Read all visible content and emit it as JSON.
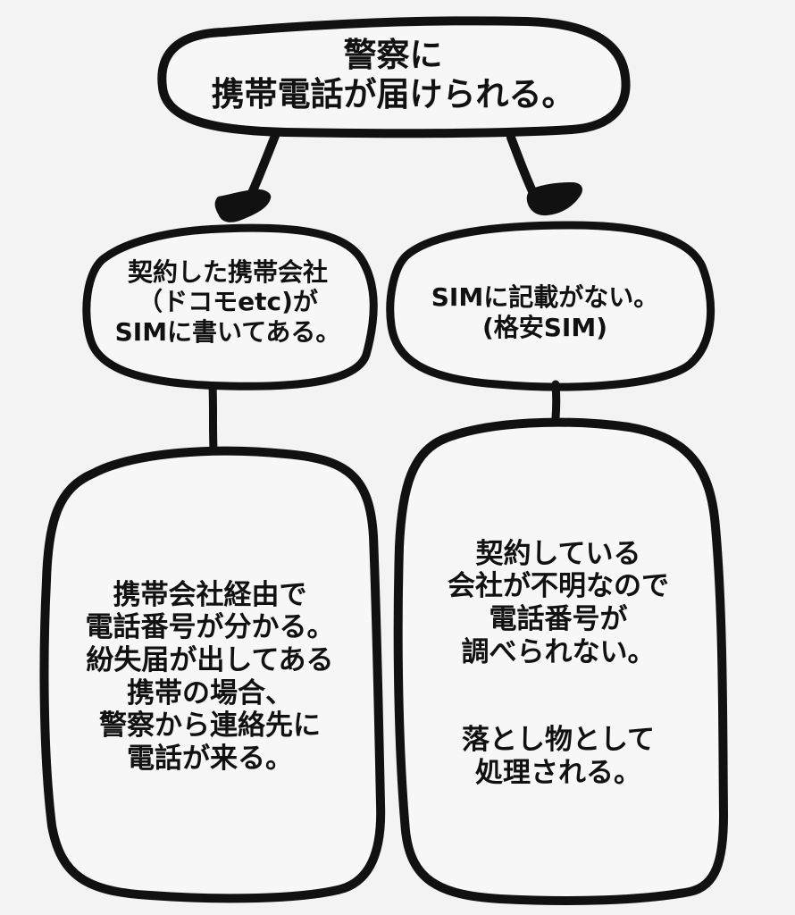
{
  "diagram": {
    "top_node": {
      "text": "警察に\n携帯電話が届けられる。"
    },
    "left_branch": {
      "condition_text": "契約した携帯会社\n（ドコモetc)が\nSIMに書いてある。",
      "result_text": "携帯会社経由で\n電話番号が分かる。\n紛失届が出してある\n携帯の場合、\n警察から連絡先に\n電話が来る。"
    },
    "right_branch": {
      "condition_text": "SIMに記載がない。\n(格安SIM)",
      "result_text_1": "契約している\n会社が不明なので\n電話番号が\n調べられない。",
      "result_text_2": "落とし物として\n処理される。"
    }
  }
}
